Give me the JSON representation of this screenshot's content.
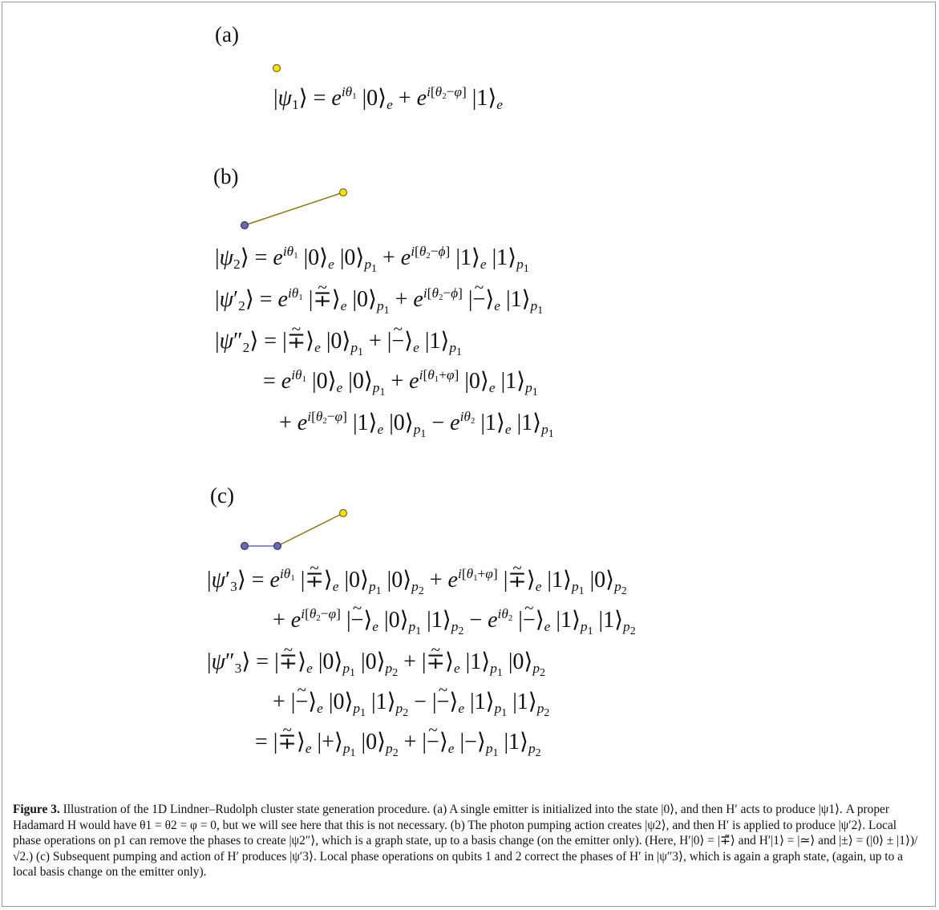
{
  "panels": [
    {
      "label": "(a)"
    },
    {
      "label": "(b)"
    },
    {
      "label": "(c)"
    }
  ],
  "graph_colors": {
    "emitter": "#f2e212",
    "photon": "#6a6aa8",
    "emitter_edge": "#8b7a1a",
    "photon_edge": "#6a6ab4"
  },
  "caption": {
    "figure_label": "Figure 3.",
    "text": "Illustration of the 1D Lindner–Rudolph cluster state generation procedure. (a) A single emitter is initialized into the state |0⟩, and then H′ acts to produce |ψ1⟩. A proper Hadamard H would have θ1 = θ2 = φ = 0, but we will see here that this is not necessary. (b) The photon pumping action creates |ψ2⟩, and then H′ is applied to produce |ψ′2⟩. Local phase operations on p1 can remove the phases to create |ψ2″⟩, which is a graph state, up to a basis change (on the emitter only). (Here, H′|0⟩ = |∓̃⟩ and H′|1⟩ = |≃⟩ and |±⟩ = (|0⟩ ± |1⟩)/√2.) (c) Subsequent pumping and action of H′ produces |ψ′3⟩. Local phase operations on qubits 1 and 2 correct the phases of H′ in |ψ″3⟩, which is again a graph state, (again, up to a local basis change on the emitter only)."
  }
}
